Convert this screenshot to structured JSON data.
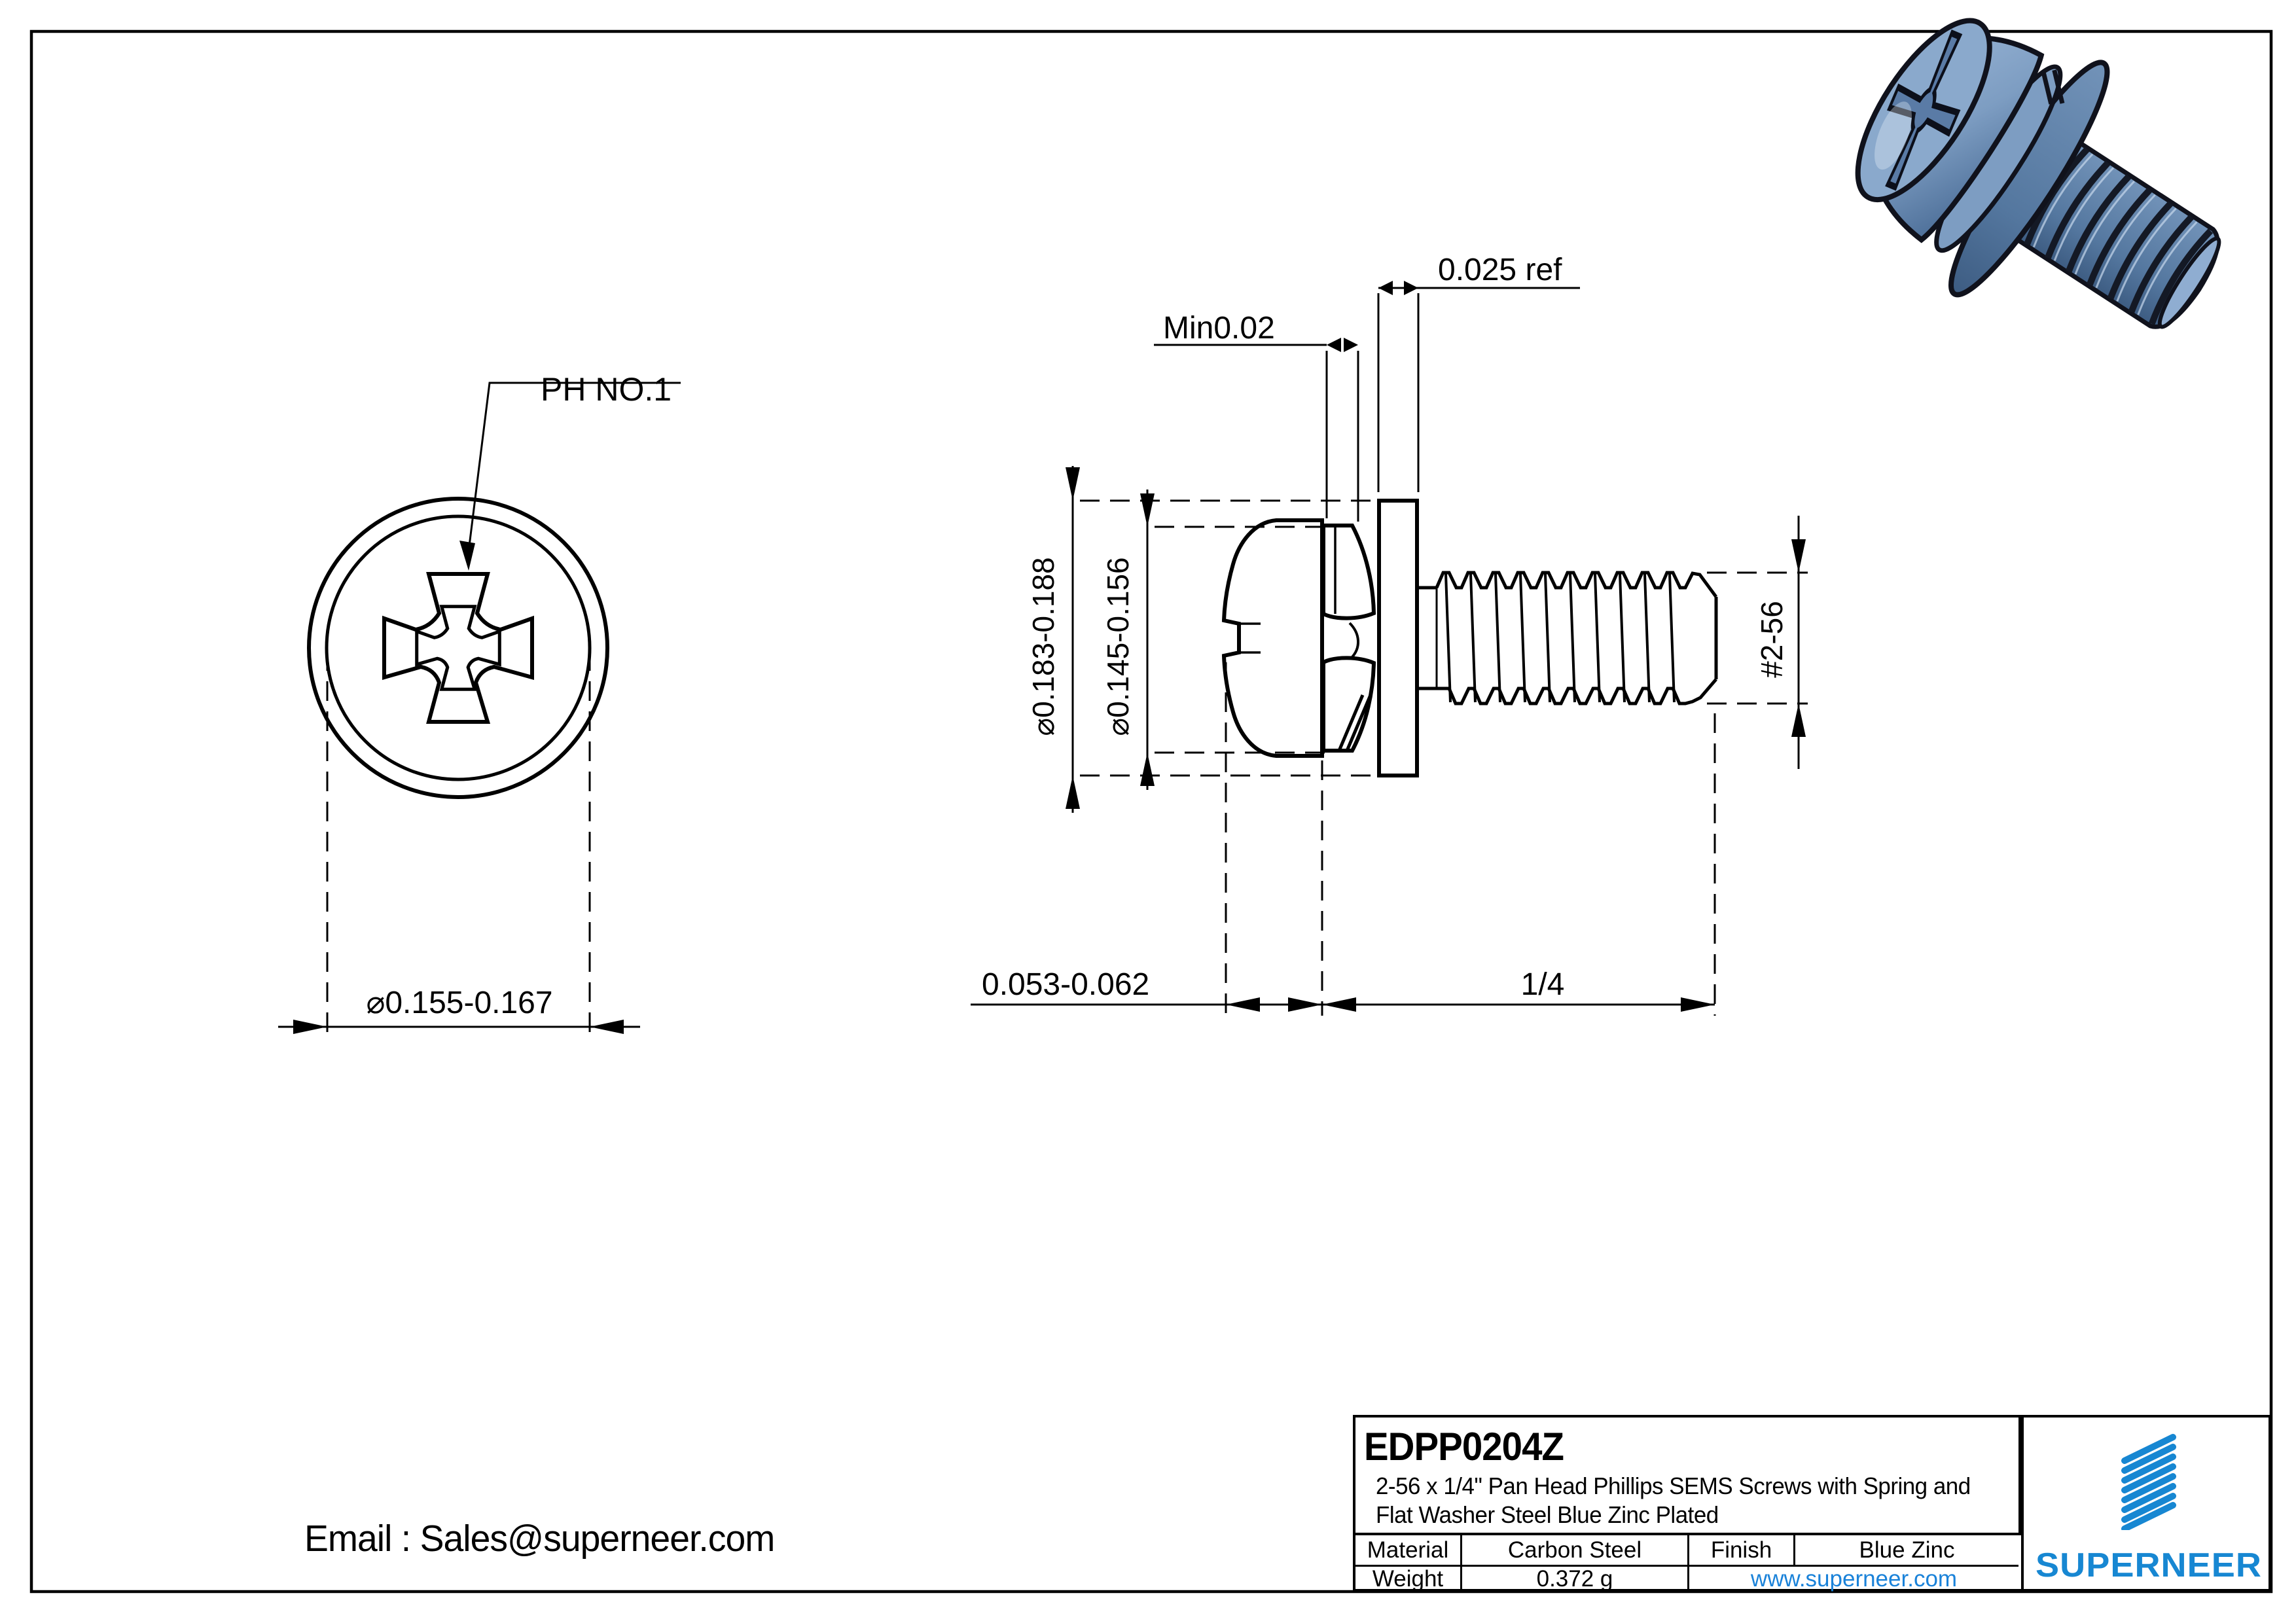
{
  "drawing_labels": {
    "ph_recess": "PH NO.1",
    "head_top_diameter": "⌀0.155-0.167",
    "flat_washer_od": "⌀0.183-0.188",
    "spring_washer_od": "⌀0.145-0.156",
    "spring_washer_thickness": "Min0.02",
    "flat_washer_thickness": "0.025 ref",
    "head_height": "0.053-0.062",
    "thread_length": "1/4",
    "thread_size": "#2-56"
  },
  "title_block": {
    "part_number": "EDPP0204Z",
    "description_line1": "2-56 x 1/4\" Pan Head Phillips SEMS Screws with Spring and",
    "description_line2": "Flat Washer Steel Blue Zinc Plated",
    "material_label": "Material",
    "material_value": "Carbon Steel",
    "finish_label": "Finish",
    "finish_value": "Blue Zinc",
    "weight_label": "Weight",
    "weight_value": "0.372 g",
    "website": "www.superneer.com",
    "brand_name": "SUPERNEER"
  },
  "footer": {
    "email": "Email : Sales@superneer.com"
  },
  "colors": {
    "brand_blue": "#1787d2",
    "link_blue": "#1a82d9",
    "drawing_line": "#000000",
    "screw_body_blue": "#7d9dc2",
    "screw_shadow_blue": "#4a6c96",
    "screw_highlight_blue": "#c7d9ec"
  }
}
